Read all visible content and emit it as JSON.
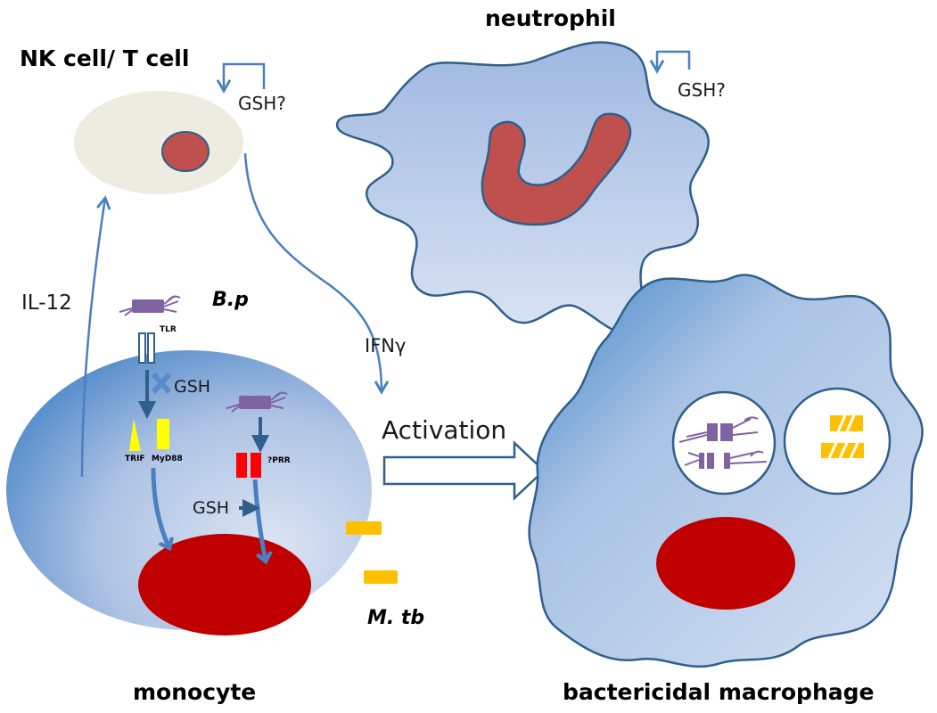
{
  "titles": {
    "nk_t": "NK cell/ T cell",
    "neutrophil": "neutrophil",
    "monocyte": "monocyte",
    "macrophage": "bactericidal macrophage"
  },
  "labels": {
    "gsh_nk": "GSH?",
    "gsh_neutrophil": "GSH?",
    "il12": "IL-12",
    "ifng": "IFNγ",
    "activation": "Activation",
    "bp": "B.p",
    "mtb": "M. tb",
    "tlr": "TLR",
    "gsh_block": "GSH",
    "trif": "TRIF",
    "myd88": "MyD88",
    "prr": "?PRR",
    "gsh_prr": "GSH"
  },
  "colors": {
    "arrow": "#4a7fc0",
    "dark_arrow": "#2f5f8a",
    "nucleus": "#c00000",
    "nucleus_nk": "#c0504d",
    "cell_outline": "#2f5f8a",
    "bacteria_bp": "#8064a2",
    "bacteria_mtb": "#ffc000",
    "trif": "#ffff00",
    "prr": "#ff0000",
    "nk_cell": "#eeece1"
  },
  "icons": [
    "receptor-icon",
    "x-block-icon",
    "bacterium-icon",
    "hollow-arrow-icon",
    "feedback-arrow-icon"
  ]
}
